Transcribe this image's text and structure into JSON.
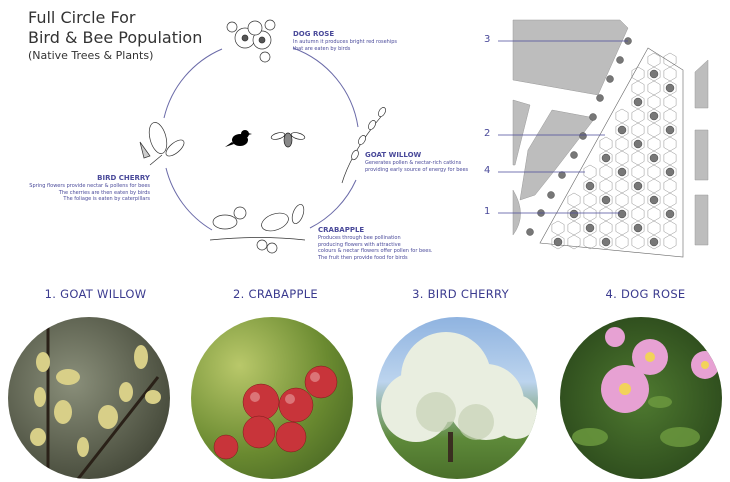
{
  "title": {
    "line1": "Full Circle For",
    "line2": "Bird & Bee Population",
    "subtitle": "(Native Trees & Plants)"
  },
  "cycle": [
    {
      "name": "DOG ROSE",
      "lines": [
        "In autumn it produces bright red rosehips",
        "that are eaten by birds"
      ]
    },
    {
      "name": "GOAT WILLOW",
      "lines": [
        "Generates pollen & nectar-rich catkins",
        "providing early source of energy for bees"
      ]
    },
    {
      "name": "CRABAPPLE",
      "lines": [
        "Produces through bee pollination",
        "producing flowers with attractive",
        "colours & nectar flowers offer pollen for bees.",
        "The fruit then provide food for birds"
      ]
    },
    {
      "name": "BIRD CHERRY",
      "lines": [
        "Spring flowers provide nectar & pollens for bees",
        "The cherries are then eaten by birds",
        "The foliage is eaten by caterpillars"
      ]
    }
  ],
  "map_labels": [
    "3",
    "2",
    "4",
    "1"
  ],
  "plants": [
    {
      "label": "1. GOAT WILLOW"
    },
    {
      "label": "2. CRABAPPLE"
    },
    {
      "label": "3. BIRD CHERRY"
    },
    {
      "label": "4. DOG ROSE"
    }
  ],
  "colors": {
    "accent": "#4a4a9a",
    "circle": "#6a6aa8"
  }
}
